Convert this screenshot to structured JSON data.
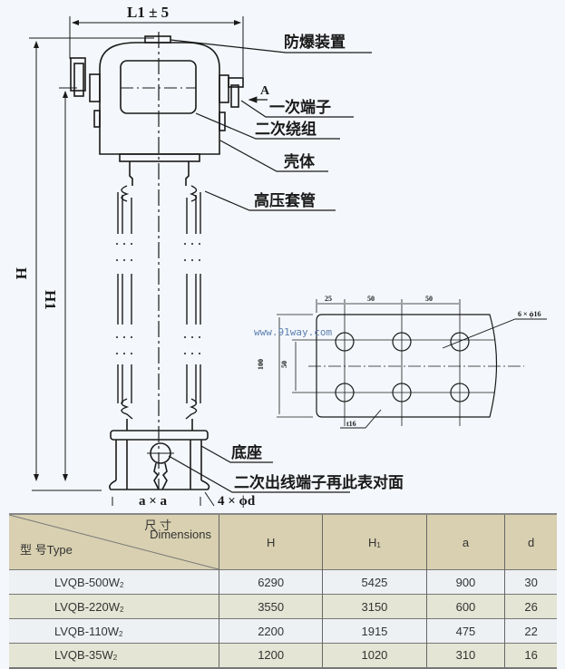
{
  "drawing": {
    "dimensions": {
      "width_label": "L1 ± 5",
      "height_label": "H",
      "height1_label": "H1",
      "direction_label": "A",
      "base_label": "a × a",
      "holes_label": "4 × ϕd"
    },
    "callouts": [
      {
        "id": "explosion-proof-device",
        "text": "防爆装置"
      },
      {
        "id": "primary-terminal",
        "text": "一次端子"
      },
      {
        "id": "secondary-winding",
        "text": "二次绕组"
      },
      {
        "id": "housing",
        "text": "壳体"
      },
      {
        "id": "hv-bushing",
        "text": "高压套管"
      },
      {
        "id": "base",
        "text": "底座"
      },
      {
        "id": "secondary-outlet",
        "text": "二次出线端子再此表对面"
      }
    ],
    "terminal_plate": {
      "top_dims": [
        "25",
        "50",
        "50"
      ],
      "height_dim": "100",
      "row_spacing_dim": "50",
      "holes_label": "6 × ϕ16",
      "thickness_label": "t16"
    },
    "watermark": "www.91way.com"
  },
  "table": {
    "header": {
      "dimensions_cn": "尺 寸",
      "dimensions_en": "Dimensions",
      "type_label": "型  号Type",
      "columns": [
        "H",
        "H",
        "a",
        "d"
      ],
      "h1_subscript": "1"
    },
    "rows": [
      {
        "type": "LVQB-500W",
        "sub": "2",
        "H": "6290",
        "H1": "5425",
        "a": "900",
        "d": "30"
      },
      {
        "type": "LVQB-220W",
        "sub": "2",
        "H": "3550",
        "H1": "3150",
        "a": "600",
        "d": "26"
      },
      {
        "type": "LVQB-110W",
        "sub": "2",
        "H": "2200",
        "H1": "1915",
        "a": "475",
        "d": "22"
      },
      {
        "type": "LVQB-35W",
        "sub": "2",
        "H": "1200",
        "H1": "1020",
        "a": "310",
        "d": "16"
      }
    ]
  }
}
